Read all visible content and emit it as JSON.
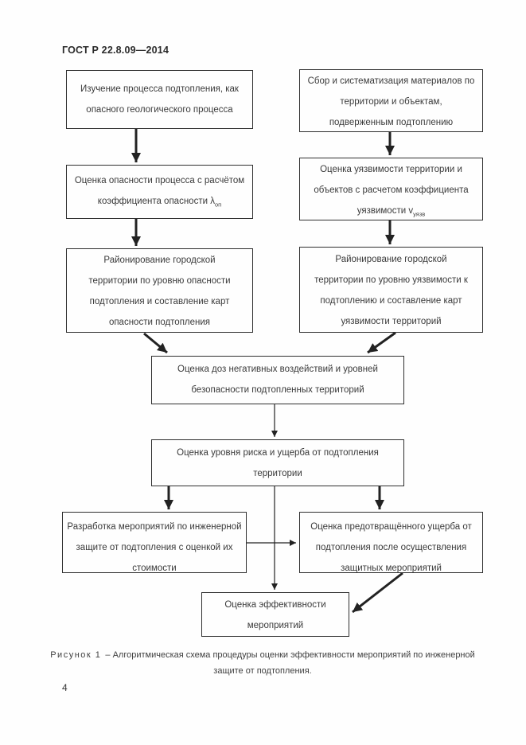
{
  "page": {
    "header": "ГОСТ Р 22.8.09—2014",
    "page_number": "4",
    "caption": {
      "label": "Рисунок 1",
      "line1_rest": "– Алгоритмическая схема процедуры оценки эффективности мероприятий по инженерной",
      "line2": "защите от подтопления."
    }
  },
  "diagram": {
    "type": "flowchart",
    "colors": {
      "line": "#222222",
      "box_border": "#2f2f2f",
      "text": "#3a3a3a",
      "background": "#fefefe"
    },
    "boxes": {
      "study": {
        "lines": [
          "Изучение процесса подтопления, как",
          "опасного геологического процесса"
        ]
      },
      "collect": {
        "lines": [
          "Сбор и систематизация материалов по",
          "территории и объектам,",
          "подверженным подтоплению"
        ]
      },
      "hazard": {
        "line1": "Оценка опасности процесса с расчётом",
        "line2_pre": "коэффициента опасности λ",
        "line2_sub": "оп"
      },
      "vulnerability": {
        "line1": "Оценка уязвимости территории и",
        "line2": "объектов с расчетом коэффициента",
        "line3_pre": "уязвимости v",
        "line3_sub": "уязв"
      },
      "zoning_hazard": {
        "lines": [
          "Районирование городской",
          "территории по уровню опасности",
          "подтопления и составление карт",
          "опасности подтопления"
        ]
      },
      "zoning_vulnerability": {
        "lines": [
          "Районирование городской",
          "территории по уровню уязвимости к",
          "подтоплению и составление карт",
          "уязвимости территорий"
        ]
      },
      "doses": {
        "lines": [
          "Оценка доз негативных воздействий и уровней",
          "безопасности подтопленных территорий"
        ]
      },
      "risk": {
        "lines": [
          "Оценка уровня риска и ущерба от подтопления",
          "территории"
        ]
      },
      "measures": {
        "lines": [
          "Разработка мероприятий по инженерной",
          "защите от подтопления с оценкой их",
          "стоимости"
        ]
      },
      "prevented_damage": {
        "lines": [
          "Оценка предотвращённого ущерба от",
          "подтопления после осуществления",
          "защитных мероприятий"
        ]
      },
      "effectiveness": {
        "lines": [
          "Оценка эффективности",
          "мероприятий"
        ]
      }
    }
  }
}
